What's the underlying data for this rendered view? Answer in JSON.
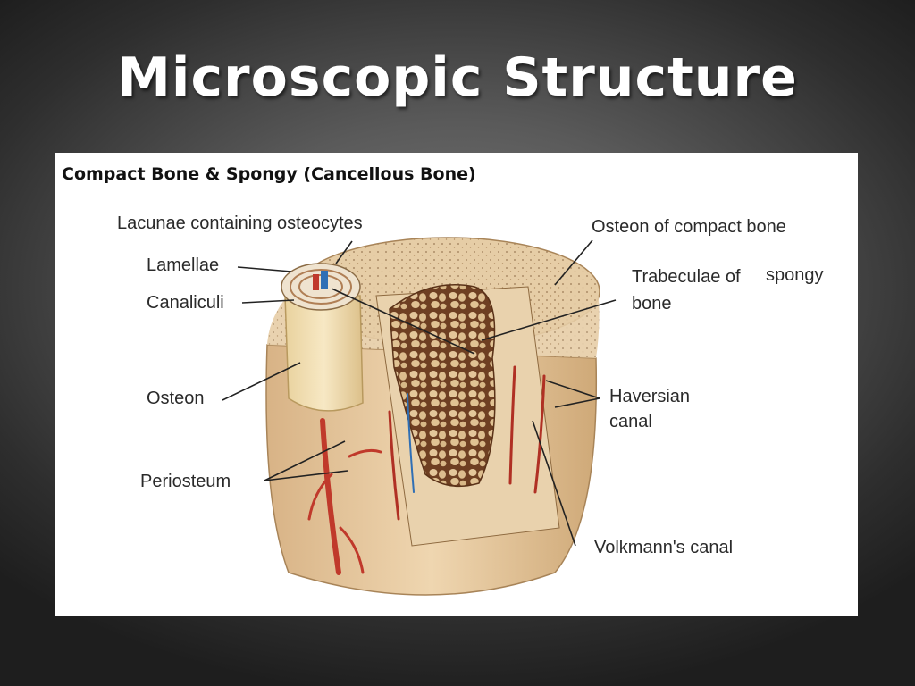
{
  "slide": {
    "title": "Microscopic Structure"
  },
  "figure": {
    "heading": "Compact Bone & Spongy (Cancellous Bone)",
    "labels": {
      "lacunae": "Lacunae containing osteocytes",
      "lamellae": "Lamellae",
      "canaliculi": "Canaliculi",
      "osteon": "Osteon",
      "periosteum": "Periosteum",
      "osteon_compact": "Osteon of compact bone",
      "trabeculae_line1": "Trabeculae of",
      "trabeculae_spongy": "spongy",
      "trabeculae_line2": "bone",
      "haversian_line1": "Haversian",
      "haversian_line2": "canal",
      "volkmann": "Volkmann's canal"
    },
    "colors": {
      "bone": "#e8cfa8",
      "bone_dark": "#c9a878",
      "spongy": "#7a4a2a",
      "vessel_red": "#c0392b",
      "vessel_blue": "#2f6fb5"
    }
  }
}
